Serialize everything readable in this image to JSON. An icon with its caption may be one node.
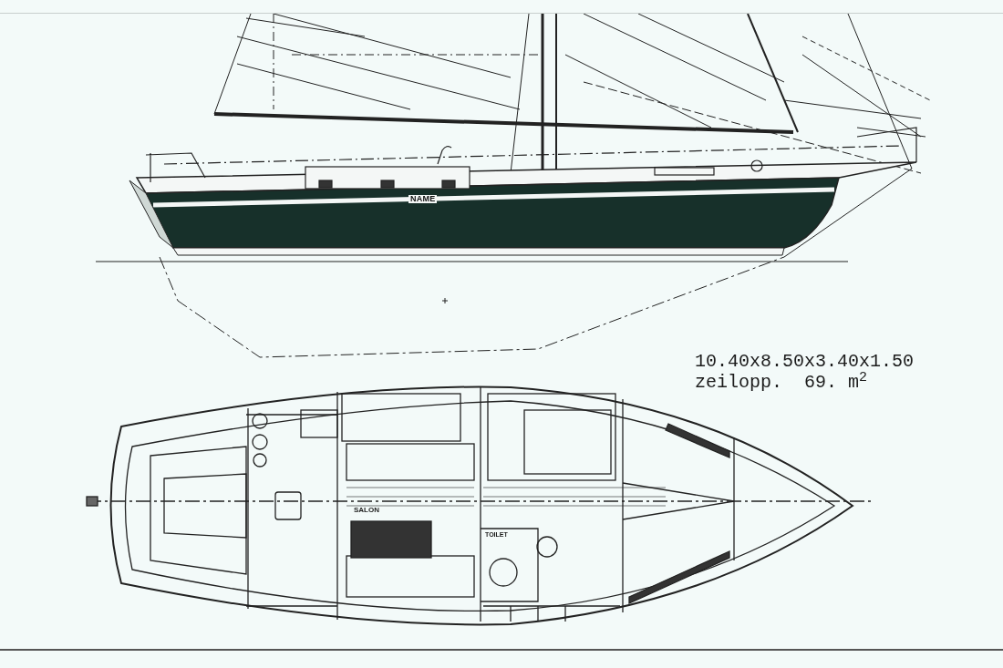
{
  "diagram": {
    "labels": [
      "NAME",
      "SALON",
      "TOILET",
      "10.40x8.50x3.40x1.50",
      "zeilopp.  69. m$^{2}$"
    ]
  }
}
